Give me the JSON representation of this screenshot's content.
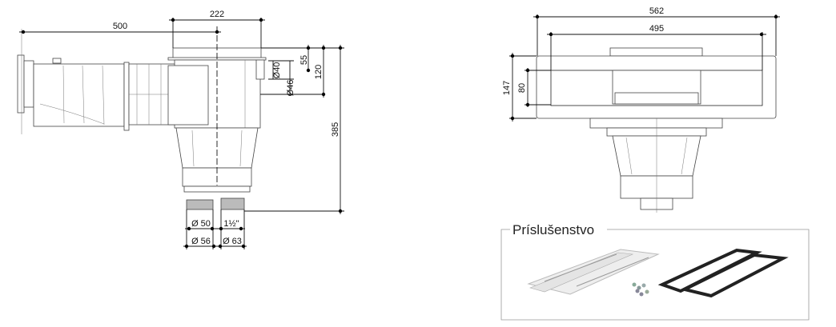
{
  "side_view": {
    "dims": {
      "length": "500",
      "top_width": "222",
      "offset_55": "55",
      "offset_120": "120",
      "height": "385",
      "d40": "Ø40",
      "d46": "Ø46",
      "d50": "Ø 50",
      "thread": "1½\"",
      "d56": "Ø 56",
      "d63": "Ø 63"
    }
  },
  "front_view": {
    "dims": {
      "width_outer": "562",
      "width_inner": "495",
      "height_outer": "147",
      "height_inner": "80"
    }
  },
  "accessories": {
    "title": "Príslušenstvo"
  }
}
